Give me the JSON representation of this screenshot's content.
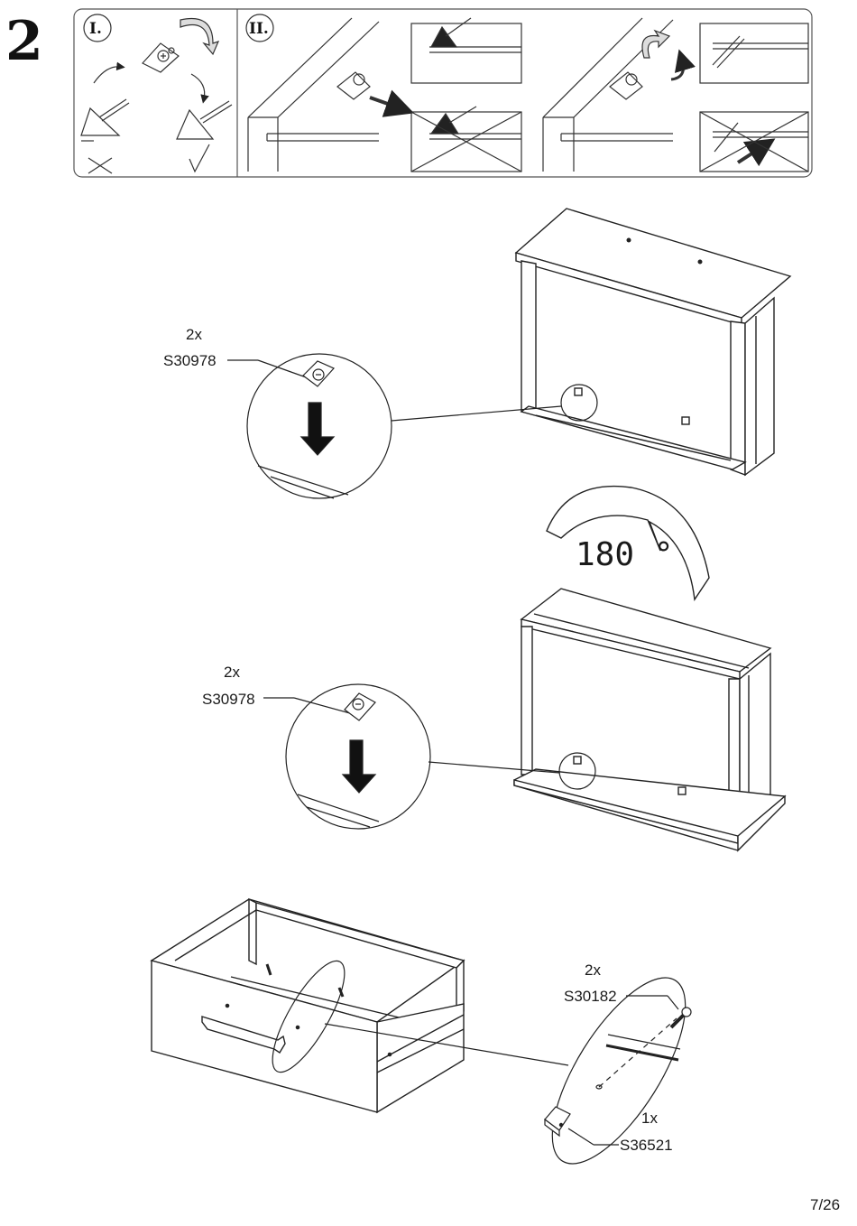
{
  "step": {
    "number": "2"
  },
  "panel": {
    "stage1": {
      "label": "I."
    },
    "stage2": {
      "label": "II."
    }
  },
  "callout_top": {
    "qty": "2x",
    "part": "S30978"
  },
  "rotation": {
    "label": "180 °"
  },
  "callout_mid": {
    "qty": "2x",
    "part": "S30978"
  },
  "callout_screw": {
    "qty": "2x",
    "part": "S30182"
  },
  "callout_stop": {
    "qty": "1x",
    "part": "S36521"
  },
  "footer": {
    "page": "7/26"
  }
}
